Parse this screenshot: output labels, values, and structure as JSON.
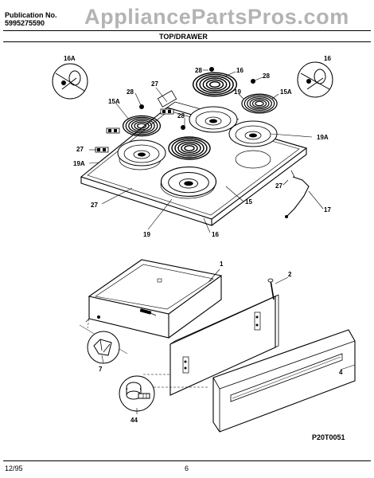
{
  "header": {
    "publication_label": "Publication No.",
    "publication_number": "5995275590",
    "watermark": "AppliancePartsPros.com",
    "section_title": "TOP/DRAWER"
  },
  "callouts": {
    "c16a": "16A",
    "c16": "16",
    "c28a": "28",
    "c16b": "16",
    "c28b": "28",
    "c27a": "27",
    "c28c": "28",
    "c15a_l": "15A",
    "c19a": "19",
    "c15a_r": "15A",
    "c28d": "28",
    "c19a_r": "19A",
    "c27b": "27",
    "c19a_l": "19A",
    "c27c": "27",
    "c27d": "27",
    "c17": "17",
    "c15": "15",
    "c19b": "19",
    "c16c": "16",
    "c1": "1",
    "c2": "2",
    "c7": "7",
    "c4": "4",
    "c44": "44"
  },
  "footer": {
    "diagram_id": "P20T0051",
    "date": "12/95",
    "page": "6"
  }
}
